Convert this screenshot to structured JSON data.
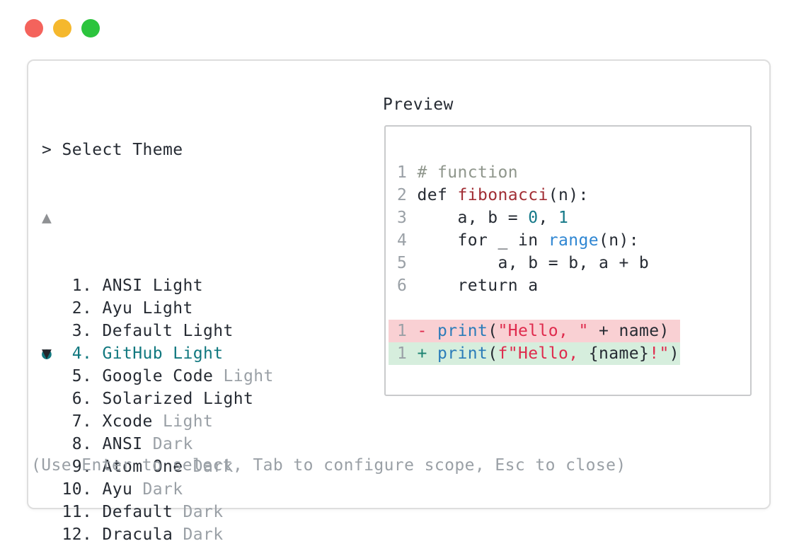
{
  "window": {
    "controls": [
      {
        "name": "close",
        "color": "#f4635c"
      },
      {
        "name": "minimize",
        "color": "#f5b82d"
      },
      {
        "name": "zoom",
        "color": "#2cc43d"
      }
    ]
  },
  "header": {
    "prompt": "> Select Theme",
    "preview_label": "Preview"
  },
  "theme_list": {
    "scroll_up_glyph": "▲",
    "scroll_down_glyph": "▼",
    "selected_bullet": "●",
    "items": [
      {
        "num": " 1.",
        "name": "ANSI Light",
        "suffix": "",
        "selected": false
      },
      {
        "num": " 2.",
        "name": "Ayu Light",
        "suffix": "",
        "selected": false
      },
      {
        "num": " 3.",
        "name": "Default Light",
        "suffix": "",
        "selected": false
      },
      {
        "num": " 4.",
        "name": "GitHub Light",
        "suffix": "",
        "selected": true
      },
      {
        "num": " 5.",
        "name": "Google Code",
        "suffix": " Light",
        "selected": false
      },
      {
        "num": " 6.",
        "name": "Solarized Light",
        "suffix": "",
        "selected": false
      },
      {
        "num": " 7.",
        "name": "Xcode",
        "suffix": " Light",
        "selected": false
      },
      {
        "num": " 8.",
        "name": "ANSI",
        "suffix": " Dark",
        "selected": false
      },
      {
        "num": " 9.",
        "name": "Atom One",
        "suffix": " Dark",
        "selected": false
      },
      {
        "num": "10.",
        "name": "Ayu",
        "suffix": " Dark",
        "selected": false
      },
      {
        "num": "11.",
        "name": "Default",
        "suffix": " Dark",
        "selected": false
      },
      {
        "num": "12.",
        "name": "Dracula",
        "suffix": " Dark",
        "selected": false
      }
    ]
  },
  "preview": {
    "code_lines": [
      {
        "num": "1",
        "diff": null,
        "segs": [
          {
            "t": " ",
            "c": "plain"
          },
          {
            "t": "# function",
            "c": "comment"
          }
        ]
      },
      {
        "num": "2",
        "diff": null,
        "segs": [
          {
            "t": " def ",
            "c": "plain"
          },
          {
            "t": "fibonacci",
            "c": "func"
          },
          {
            "t": "(n):",
            "c": "plain"
          }
        ]
      },
      {
        "num": "3",
        "diff": null,
        "segs": [
          {
            "t": "     a, b = ",
            "c": "plain"
          },
          {
            "t": "0",
            "c": "numlit"
          },
          {
            "t": ", ",
            "c": "plain"
          },
          {
            "t": "1",
            "c": "numlit"
          }
        ]
      },
      {
        "num": "4",
        "diff": null,
        "segs": [
          {
            "t": "     for _ in ",
            "c": "plain"
          },
          {
            "t": "range",
            "c": "range"
          },
          {
            "t": "(n):",
            "c": "plain"
          }
        ]
      },
      {
        "num": "5",
        "diff": null,
        "segs": [
          {
            "t": "         a, b = b, a + b",
            "c": "plain"
          }
        ]
      },
      {
        "num": "6",
        "diff": null,
        "segs": [
          {
            "t": "     return a",
            "c": "plain"
          }
        ]
      },
      {
        "num": "",
        "diff": null,
        "blank": true,
        "segs": []
      },
      {
        "num": "1",
        "diff": "removed",
        "segs": [
          {
            "t": " ",
            "c": "plain"
          },
          {
            "t": "-",
            "c": "minus"
          },
          {
            "t": " ",
            "c": "plain"
          },
          {
            "t": "print",
            "c": "print"
          },
          {
            "t": "(",
            "c": "plain"
          },
          {
            "t": "\"Hello, \"",
            "c": "string"
          },
          {
            "t": " + name)",
            "c": "plain"
          }
        ]
      },
      {
        "num": "1",
        "diff": "added",
        "segs": [
          {
            "t": " ",
            "c": "plain"
          },
          {
            "t": "+",
            "c": "plus"
          },
          {
            "t": " ",
            "c": "plain"
          },
          {
            "t": "print",
            "c": "print"
          },
          {
            "t": "(",
            "c": "plain"
          },
          {
            "t": "f\"Hello, ",
            "c": "string"
          },
          {
            "t": "{name}",
            "c": "plain"
          },
          {
            "t": "!\"",
            "c": "string"
          },
          {
            "t": ")",
            "c": "plain"
          }
        ]
      }
    ]
  },
  "footer": {
    "hint": "(Use Enter to select, Tab to configure scope, Esc to close)"
  },
  "colors": {
    "text-dark": "#262b33",
    "text-gray": "#9aa0a6",
    "comment": "#8f968c",
    "func-red": "#a12d34",
    "numlit-teal": "#147888",
    "range-blue": "#2f86d2",
    "print-blue": "#2b7cb9",
    "string-crimson": "#df2b4d",
    "plus-teal": "#1a8170",
    "sel-teal": "#11787f",
    "diff-red-bg": "#f9d0d3",
    "diff-green-bg": "#d6eedd",
    "border-outer": "#dedede",
    "border-preview": "#c9cacc",
    "tri-up": "#8f9194",
    "tri-down": "#22262c",
    "dot-red": "#f4635c",
    "dot-yellow": "#f5b82d",
    "dot-green": "#2cc43d"
  }
}
